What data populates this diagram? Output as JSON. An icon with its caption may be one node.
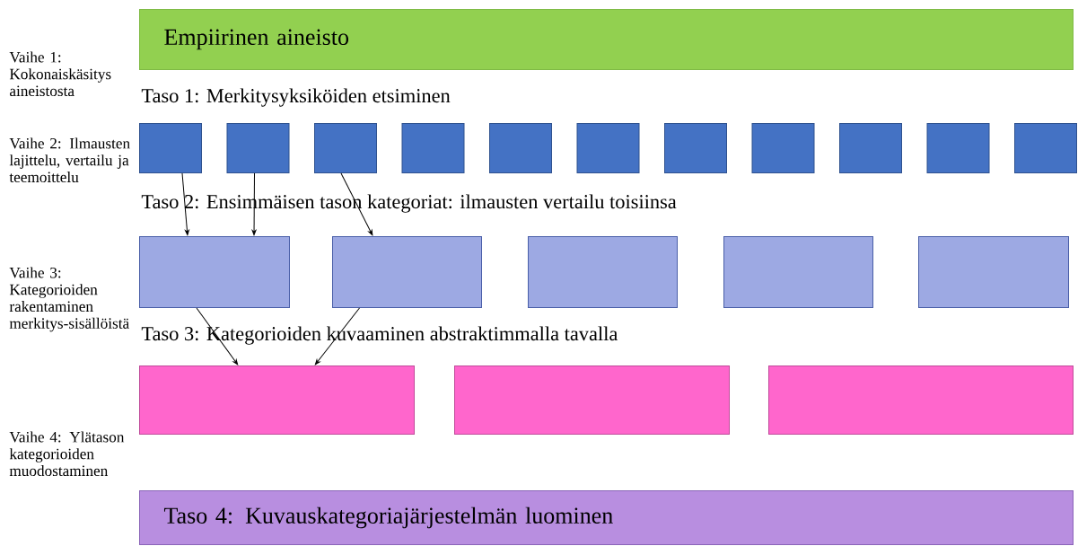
{
  "diagram": {
    "nodes": [
      {
        "text": [
          "Empiirinen aineisto"
        ]
      },
      {
        "text": [],
        "shape": "box"
      },
      {
        "text": [],
        "shape": "box"
      },
      {
        "text": [],
        "shape": "box"
      },
      {
        "text": [],
        "shape": "box"
      },
      {
        "text": [],
        "shape": "box"
      },
      {
        "text": [],
        "shape": "box"
      },
      {
        "text": [],
        "shape": "box"
      },
      {
        "text": [],
        "shape": "box"
      },
      {
        "text": [],
        "shape": "box"
      },
      {
        "text": [],
        "shape": "box"
      },
      {
        "text": [],
        "shape": "box"
      },
      {
        "text": [],
        "shape": "box"
      },
      {
        "text": [],
        "shape": "box"
      },
      {
        "text": [],
        "shape": "box"
      },
      {
        "text": [],
        "shape": "box"
      },
      {
        "text": [],
        "shape": "box"
      },
      {
        "text": [],
        "shape": "box"
      },
      {
        "text": [],
        "shape": "box"
      },
      {
        "text": [],
        "shape": "box"
      },
      {
        "text": [
          "Taso 4: Kuvauskategoriajärjestelmän luominen"
        ]
      }
    ],
    "edges": [
      {
        "from": 1,
        "to": 12,
        "arrow": "to"
      },
      {
        "from": 2,
        "to": 12,
        "arrow": "to"
      },
      {
        "from": 3,
        "to": 13,
        "arrow": "to"
      },
      {
        "from": 12,
        "to": 17,
        "arrow": "to"
      },
      {
        "from": 13,
        "to": 17,
        "arrow": "to"
      }
    ],
    "labels": [
      "Vaihe 1: Kokonaiskäsitys aineistosta",
      "Taso 1: Merkitysyksiköiden etsiminen",
      "Vaihe 2: Ilmausten lajittelu, vertailu ja teemoittelu",
      "Taso 2: Ensimmäisen tason kategoriat: ilmausten vertailu toisiinsa",
      "Vaihe 3: Kategorioiden rakentaminen merkitys-sisällöistä",
      "Taso 3: Kategorioiden kuvaaminen abstraktimmalla tavalla",
      "Vaihe 4: Ylätason kategorioiden muodostaminen"
    ]
  }
}
